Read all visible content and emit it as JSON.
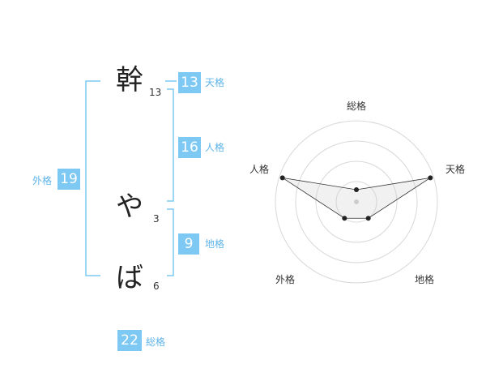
{
  "name_chars": [
    {
      "char": "幹",
      "strokes": "13"
    },
    {
      "char": "や",
      "strokes": "3"
    },
    {
      "char": "ば",
      "strokes": "6"
    }
  ],
  "scores": {
    "tenkaku": {
      "value": "13",
      "label": "天格"
    },
    "jinkaku": {
      "value": "16",
      "label": "人格"
    },
    "chikaku": {
      "value": "9",
      "label": "地格"
    },
    "gaikaku": {
      "value": "19",
      "label": "外格"
    },
    "soukaku": {
      "value": "22",
      "label": "総格"
    }
  },
  "colors": {
    "accent": "#7ec8f4",
    "accent_text": "#5fb4ea",
    "bracket": "#7ec8f4"
  },
  "chart_data": {
    "type": "radar",
    "axes": [
      "総格",
      "天格",
      "地格",
      "外格",
      "人格"
    ],
    "values": [
      0.15,
      0.96,
      0.25,
      0.25,
      0.96
    ],
    "range": [
      0,
      1
    ],
    "rings": 4
  }
}
